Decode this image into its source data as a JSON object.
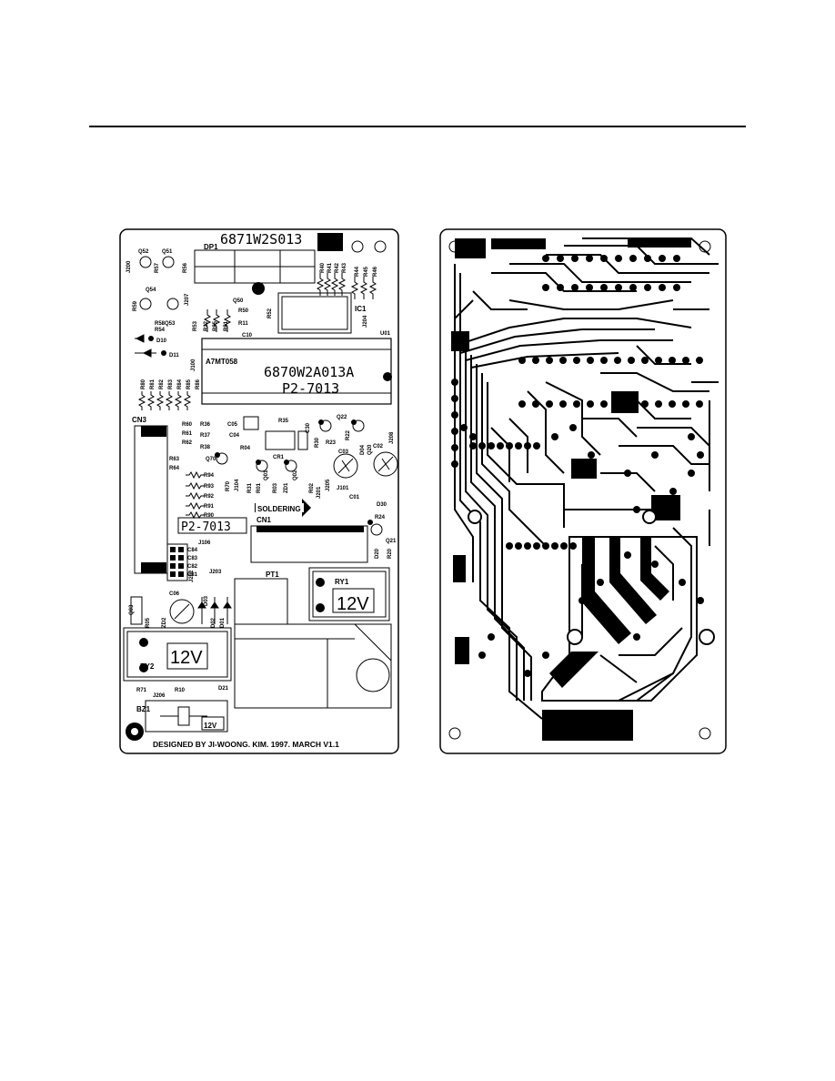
{
  "component_side": {
    "part_number": "6871W2S013",
    "ic_marking": "6870W2A013A",
    "ic_model": "P2-7013",
    "ic_name": "A7MT058",
    "board_label": "P2-7013",
    "soldering_label": "SOLDERING",
    "relay1_label": "RY1",
    "relay1_voltage": "12V",
    "relay2_label": "RY2",
    "relay2_voltage": "12V",
    "buzzer_label": "BZ1",
    "buzzer_voltage": "12V",
    "display_label": "DP1",
    "connector3": "CN3",
    "connector1": "CN1",
    "transformer": "PT1",
    "ic1": "IC1",
    "credit": "DESIGNED BY JI-WOONG. KIM. 1997. MARCH V1.1",
    "designators": [
      "Q52",
      "Q51",
      "J200",
      "R57",
      "R56",
      "Q54",
      "J207",
      "R59",
      "R58Q53",
      "R54",
      "D10",
      "D11",
      "Q50",
      "R50",
      "R11",
      "C10",
      "R53",
      "R12",
      "R55",
      "R51",
      "R52",
      "J100",
      "J204",
      "U01",
      "R80",
      "R81",
      "R82",
      "R83",
      "R84",
      "R85",
      "R86",
      "R60",
      "R61",
      "R62",
      "R36",
      "R37",
      "C05",
      "C04",
      "R35",
      "R38",
      "R04",
      "CR1",
      "Q70",
      "R63",
      "R64",
      "R94",
      "R93",
      "R92",
      "R91",
      "R90",
      "R70",
      "J104",
      "R31",
      "R01",
      "Q01",
      "R03",
      "ZD1",
      "Q02",
      "R02",
      "J201",
      "C30",
      "R30",
      "Q22",
      "R23",
      "R22",
      "C03",
      "D04",
      "Q20",
      "C02",
      "J208",
      "J101",
      "J205",
      "C01",
      "D30",
      "R24",
      "Q21",
      "D20",
      "R20",
      "J106",
      "J202",
      "J203",
      "C06",
      "D03",
      "D02",
      "D01",
      "Q03",
      "R05",
      "ZD2",
      "R71",
      "J206",
      "R10",
      "D21",
      "R40",
      "R41",
      "R42",
      "R43",
      "R44",
      "R45",
      "R46",
      "C84",
      "C83",
      "C82",
      "C81"
    ]
  },
  "copper_side": {
    "title": ""
  }
}
